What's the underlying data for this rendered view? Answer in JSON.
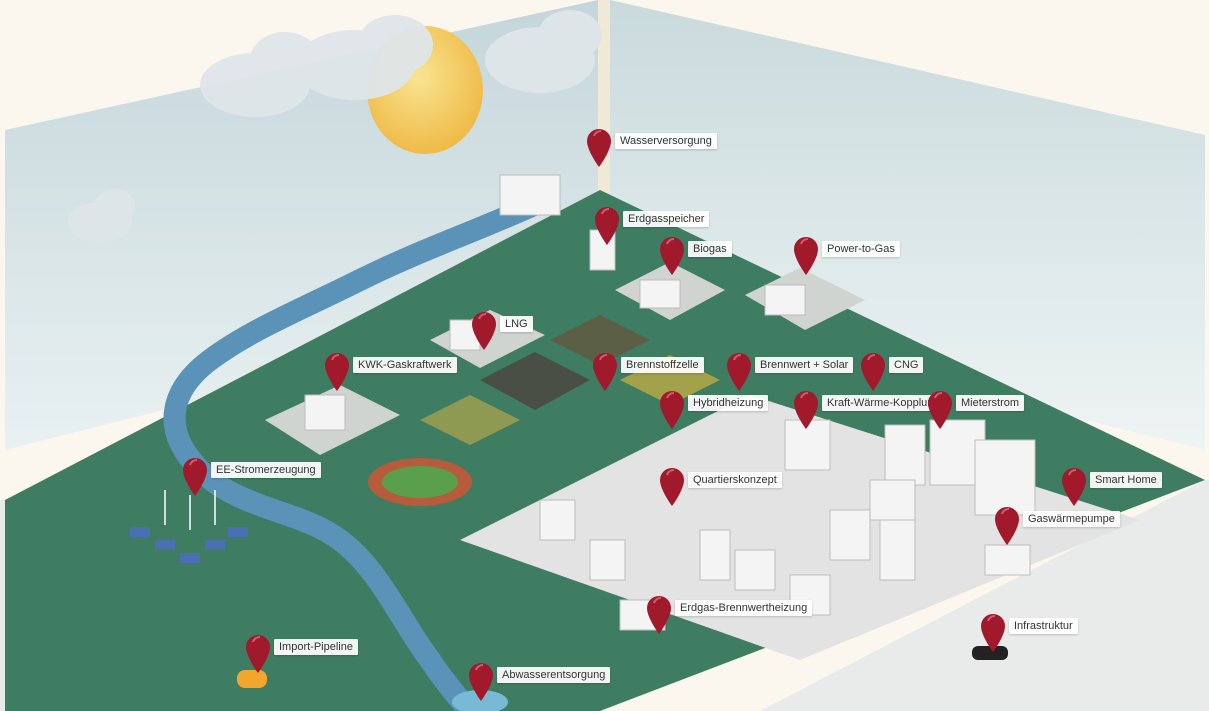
{
  "colors": {
    "sky": "#cfdfe2",
    "wall": "#e7f0f0",
    "land": "#3f7d62",
    "river": "#5b93b8",
    "city": "#e3e3e3",
    "pin": "#a01a2c",
    "sun": "#f6c441"
  },
  "markers": [
    {
      "label": "Wasserversorgung"
    },
    {
      "label": "Erdgasspeicher"
    },
    {
      "label": "Biogas"
    },
    {
      "label": "Power-to-Gas"
    },
    {
      "label": "LNG"
    },
    {
      "label": "KWK-Gaskraftwerk"
    },
    {
      "label": "Brennstoffzelle"
    },
    {
      "label": "Brennwert + Solar"
    },
    {
      "label": "CNG"
    },
    {
      "label": "Hybridheizung"
    },
    {
      "label": "Kraft-Wärme-Kopplung"
    },
    {
      "label": "Mieterstrom"
    },
    {
      "label": "EE-Stromerzeugung"
    },
    {
      "label": "Quartierskonzept"
    },
    {
      "label": "Smart Home"
    },
    {
      "label": "Gaswärmepumpe"
    },
    {
      "label": "Erdgas-Brennwertheizung"
    },
    {
      "label": "Infrastruktur"
    },
    {
      "label": "Import-Pipeline"
    },
    {
      "label": "Abwasserentsorgung"
    }
  ]
}
